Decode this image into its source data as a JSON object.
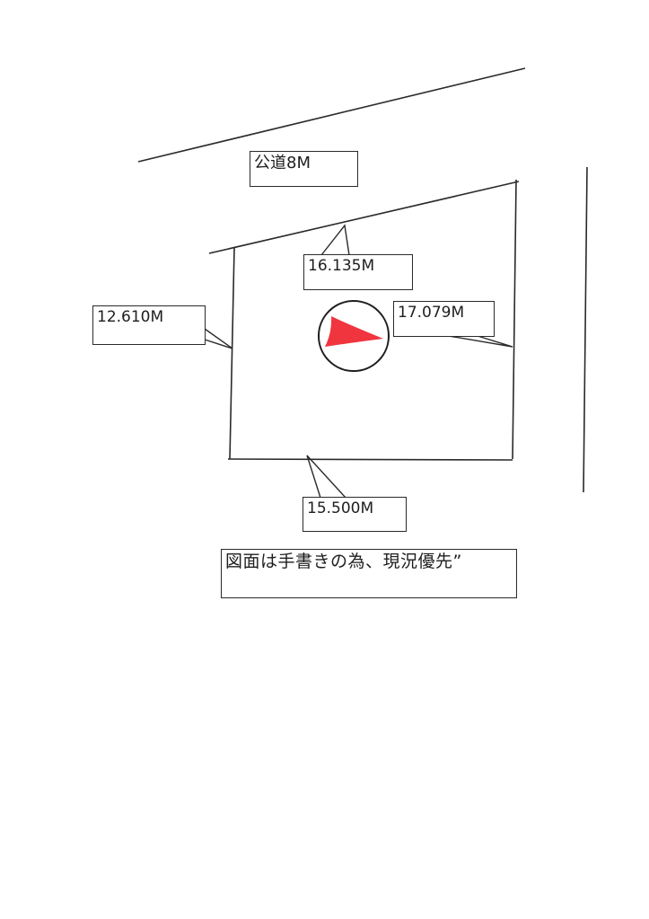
{
  "drawing": {
    "road_label": "公道8M",
    "dimensions": {
      "top": "16.135M",
      "left": "12.610M",
      "right": "17.079M",
      "bottom": "15.500M"
    },
    "note": "図面は手書きの為、現況優先”",
    "north_arrow": {
      "icon": "north-arrow-icon",
      "fill_color": "#f0353f",
      "circle_color": "#1e1e1e"
    },
    "colors": {
      "line": "#2a2a2a",
      "background": "#ffffff"
    }
  }
}
